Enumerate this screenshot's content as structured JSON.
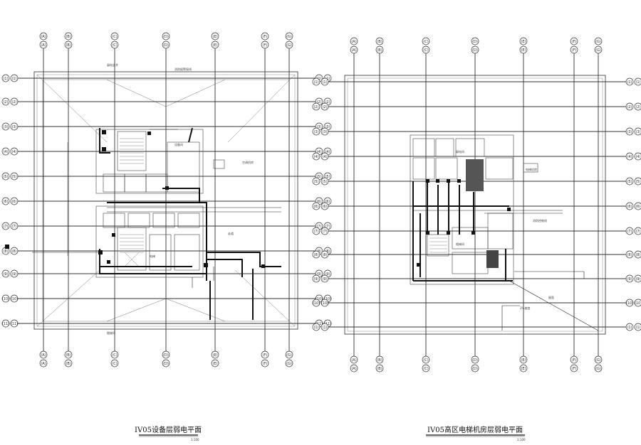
{
  "drawings": [
    {
      "id": "left",
      "title": "IV05设备层弱电平面",
      "scale": "1:100",
      "col_labels": [
        "(A)",
        "(B)",
        "(C)",
        "(D)",
        "(E)",
        "(F)",
        "(G)"
      ],
      "row_labels": [
        "(1)",
        "(2)",
        "(3)",
        "(4)",
        "(5)",
        "(6)",
        "(7)",
        "(8)",
        "(9)",
        "(10)",
        "(11)"
      ],
      "notes": [
        "消防报警接线",
        "弱电竖井",
        "设备间",
        "走道",
        "楼梯间",
        "电梯",
        "空调机房"
      ]
    },
    {
      "id": "right",
      "title": "IV05高区电梯机房层弱电平面",
      "scale": "1:100",
      "col_labels": [
        "(A)",
        "(B)",
        "(C)",
        "(D)",
        "(E)",
        "(F)",
        "(G)"
      ],
      "row_labels": [
        "(1)",
        "(2)",
        "(3)",
        "(4)",
        "(5)",
        "(6)",
        "(7)",
        "(8)",
        "(9)",
        "(10)"
      ],
      "notes": [
        "电梯机房",
        "弱电间",
        "楼梯间",
        "屋面",
        "消防控制线",
        "2%坡度"
      ]
    }
  ],
  "colors": {
    "line": "#222222",
    "thin": "#555555",
    "hatch": "#444444",
    "bg": "#ffffff"
  }
}
